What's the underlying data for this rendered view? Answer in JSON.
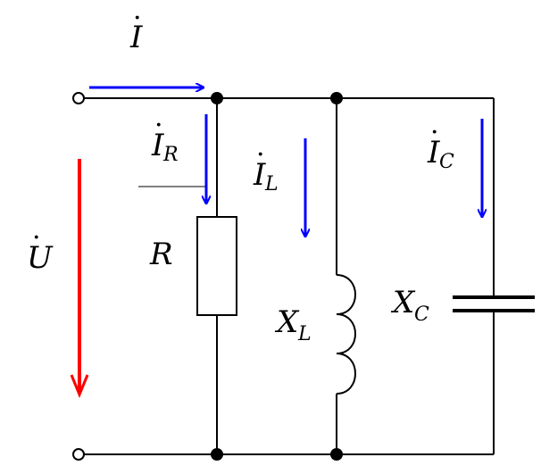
{
  "labels": {
    "current_total": {
      "main": "I",
      "sub": ""
    },
    "current_r": {
      "main": "I",
      "sub": "R"
    },
    "current_l": {
      "main": "I",
      "sub": "L"
    },
    "current_c": {
      "main": "I",
      "sub": "C"
    },
    "voltage": {
      "main": "U",
      "sub": ""
    },
    "resistor": {
      "main": "R",
      "sub": ""
    },
    "inductor": {
      "main": "X",
      "sub": "L"
    },
    "capacitor": {
      "main": "X",
      "sub": "C"
    }
  },
  "colors": {
    "wire": "#000000",
    "current_arrow": "#0000ff",
    "voltage_arrow": "#ff0000"
  }
}
